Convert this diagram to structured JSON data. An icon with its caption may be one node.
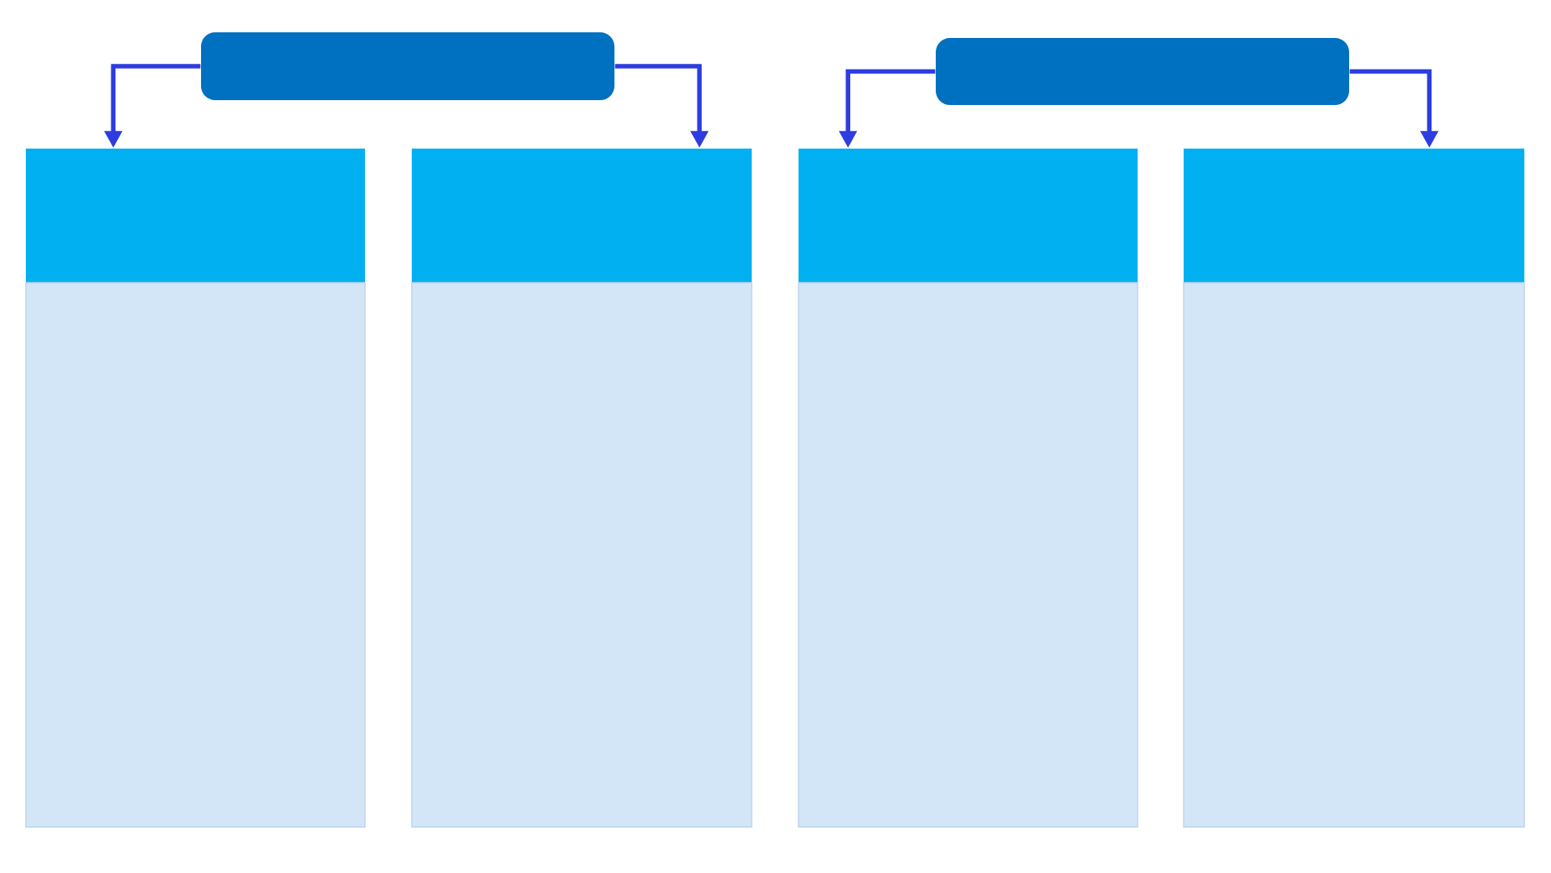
{
  "diagram": {
    "nodes": [
      {
        "text": [],
        "shape": "box"
      },
      {
        "text": [],
        "shape": "box"
      },
      {
        "text": [],
        "shape": "box"
      },
      {
        "text": [],
        "shape": "box"
      },
      {
        "text": [],
        "shape": "box"
      },
      {
        "text": [],
        "shape": "box"
      },
      {
        "text": [],
        "shape": "box"
      },
      {
        "text": [],
        "shape": "box"
      },
      {
        "text": [],
        "shape": "box"
      },
      {
        "text": [],
        "shape": "box"
      }
    ],
    "edges": [
      {
        "from": 0,
        "to": 2,
        "arrow": "to"
      },
      {
        "from": 0,
        "to": 4,
        "arrow": "to"
      },
      {
        "from": 1,
        "to": 6,
        "arrow": "to"
      },
      {
        "from": 1,
        "to": 8,
        "arrow": "to"
      }
    ]
  }
}
